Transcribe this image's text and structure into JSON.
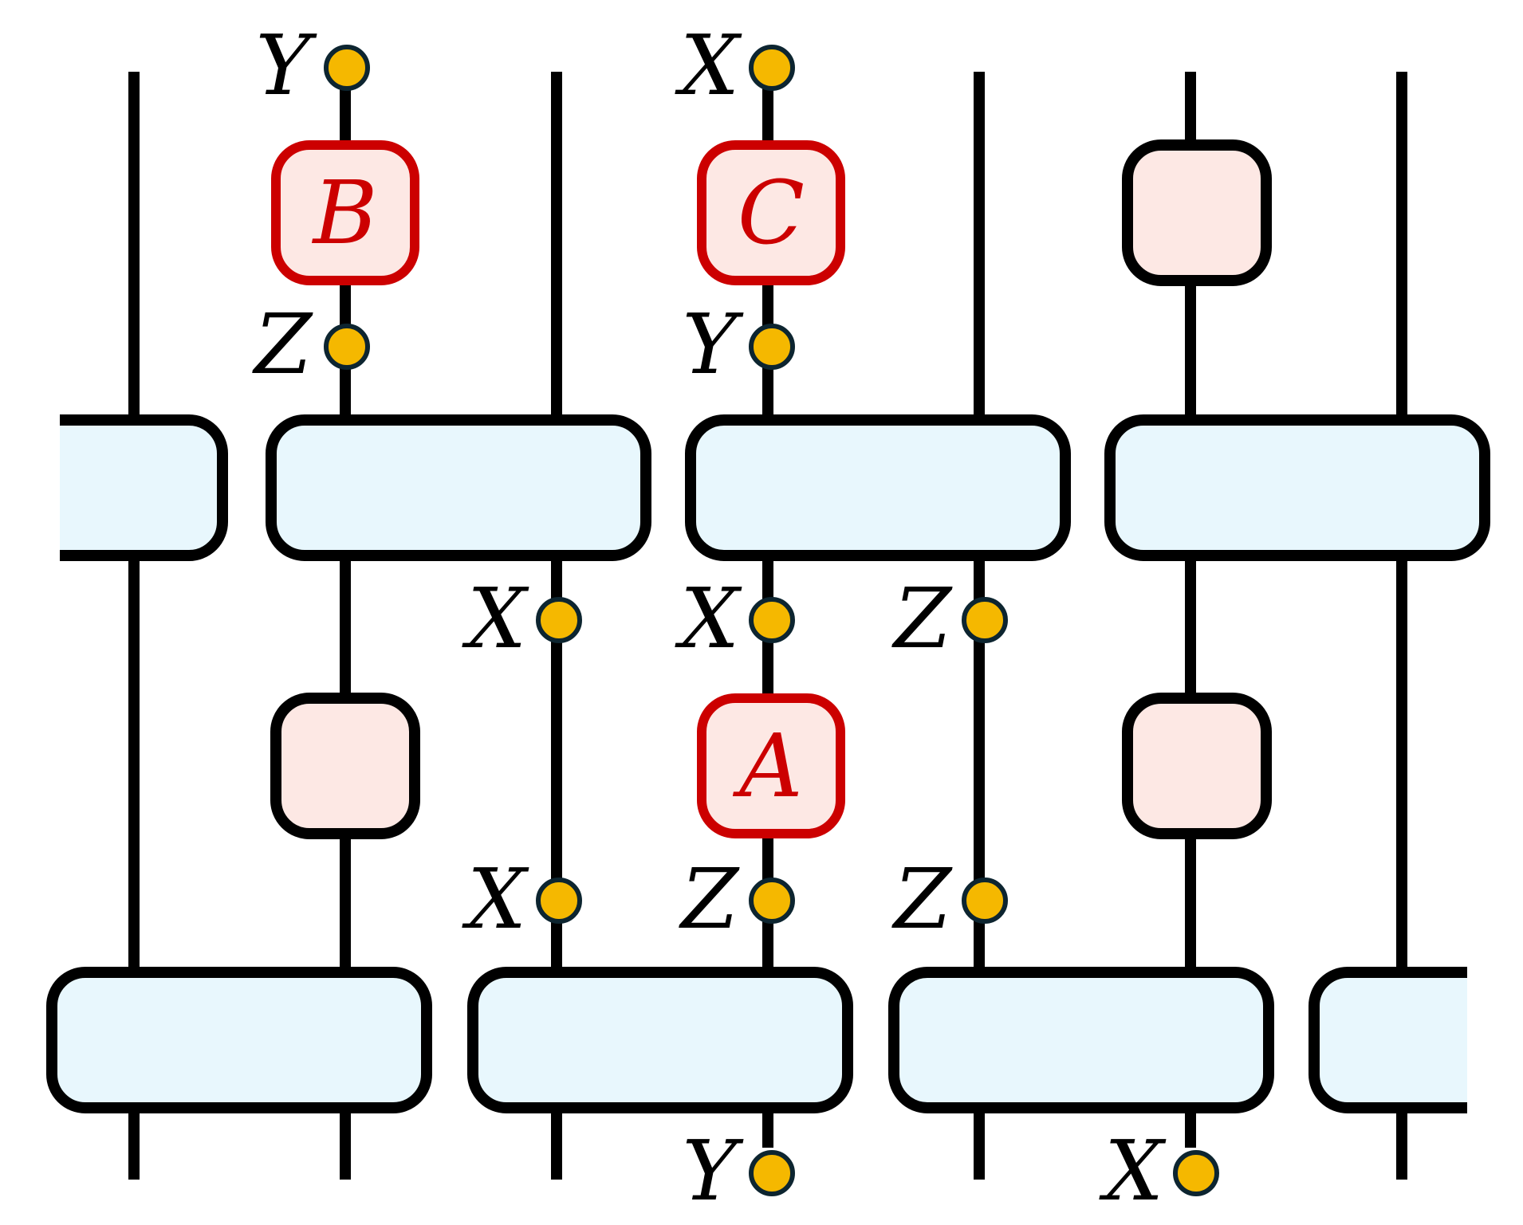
{
  "colors": {
    "wire": "#000000",
    "wide_gate_fill": "#e8f7fd",
    "single_gate_fill": "#fde8e4",
    "highlight_gate_stroke": "#cc0000",
    "dot_fill": "#f5b800",
    "dot_stroke": "#0d2530"
  },
  "gates": {
    "b": "B",
    "c": "C",
    "a": "A"
  },
  "paulis": {
    "top_y": "Y",
    "top_x": "X",
    "mid_z": "Z",
    "mid_y": "Y",
    "row3_x_left": "X",
    "row3_x_center": "X",
    "row3_z_right": "Z",
    "row4_x_left": "X",
    "row4_z_center": "Z",
    "row4_z_right": "Z",
    "bottom_y": "Y",
    "bottom_x": "X"
  }
}
